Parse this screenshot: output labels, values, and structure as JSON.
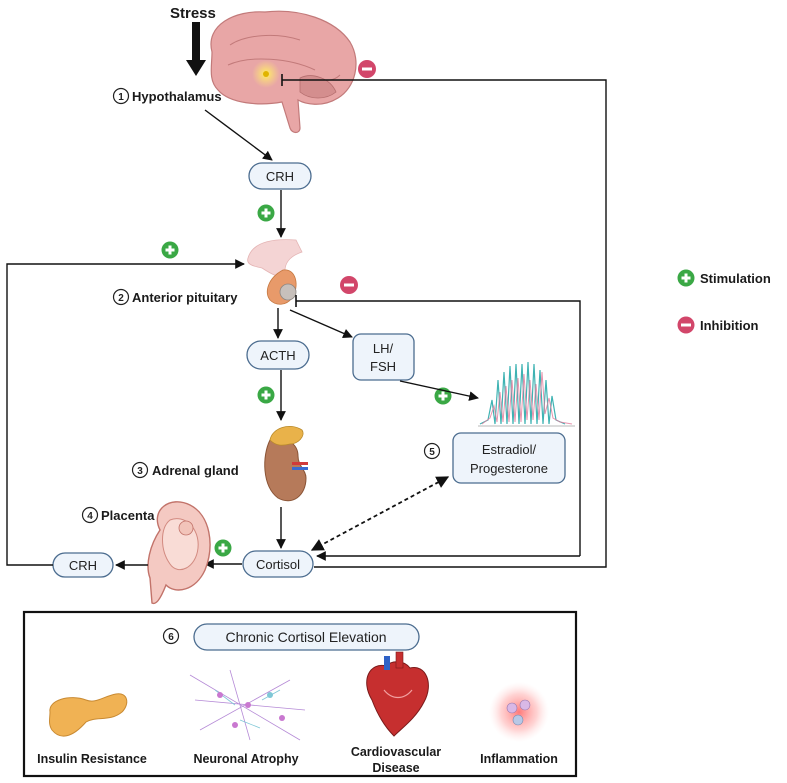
{
  "stress": "Stress",
  "steps": [
    {
      "num": "1",
      "label": "Hypothalamus"
    },
    {
      "num": "2",
      "label": "Anterior pituitary"
    },
    {
      "num": "3",
      "label": "Adrenal gland"
    },
    {
      "num": "4",
      "label": "Placenta"
    },
    {
      "num": "5"
    },
    {
      "num": "6"
    }
  ],
  "hormones": {
    "crh_top": "CRH",
    "acth": "ACTH",
    "lhfsh_line1": "LH/",
    "lhfsh_line2": "FSH",
    "estradiol_line1": "Estradiol/",
    "estradiol_line2": "Progesterone",
    "cortisol": "Cortisol",
    "crh_placenta": "CRH"
  },
  "legend": {
    "stimulation": "Stimulation",
    "inhibition": "Inhibition"
  },
  "chronic": {
    "title": "Chronic Cortisol Elevation",
    "effects": [
      "Insulin Resistance",
      "Neuronal Atrophy",
      "Cardiovascular",
      "Disease",
      "Inflammation"
    ]
  },
  "colors": {
    "stimulation": "#3aa845",
    "inhibition": "#d2466a",
    "pill_border": "#4b6c8f"
  }
}
